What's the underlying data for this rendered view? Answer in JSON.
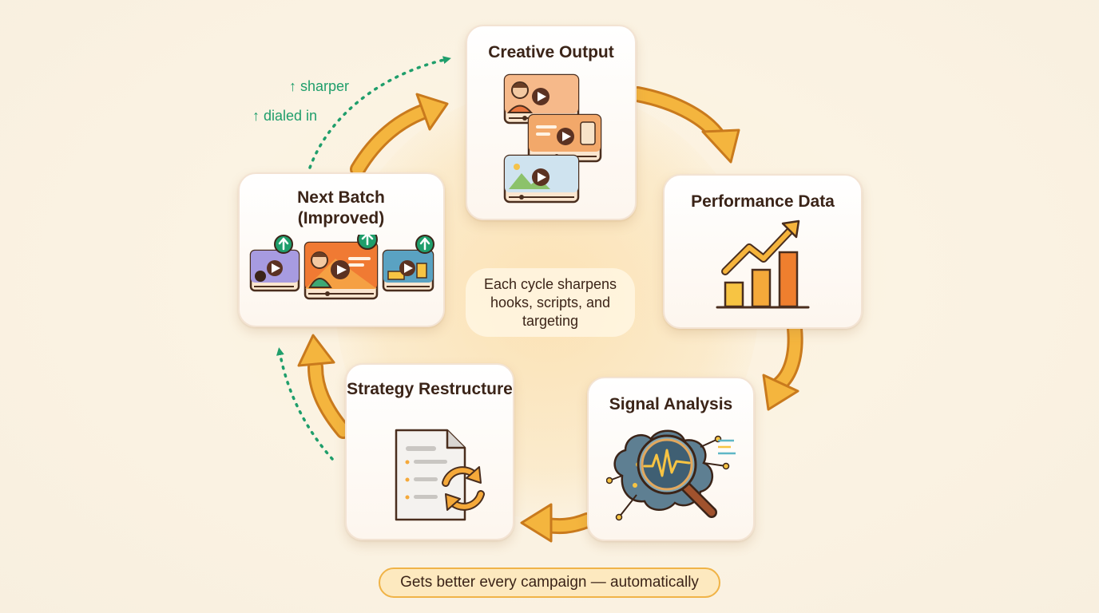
{
  "steps": [
    {
      "title": "Creative Output"
    },
    {
      "title": "Performance Data"
    },
    {
      "title": "Signal Analysis"
    },
    {
      "title": "Strategy Restructure"
    },
    {
      "title": "Next Batch (Improved)"
    }
  ],
  "center_note": "Each cycle sharpens hooks, scripts, and targeting",
  "improvement_labels": [
    "↑ sharper",
    "↑ dialed in"
  ],
  "tagline": "Gets better every campaign — automatically",
  "colors": {
    "cycle_arrow": "#f2b23c",
    "cycle_arrow_outline": "#c97a1d",
    "improvement_arrow": "#1f9e6b",
    "card_title_text": "#3b2418",
    "tagline_border": "#f0b347",
    "tagline_fill": "#fde9bf"
  },
  "icons": {
    "creative_output": "video-thumbnails-icon",
    "performance_data": "bar-chart-trend-icon",
    "signal_analysis": "brain-magnifier-icon",
    "strategy_restructure": "document-refresh-icon",
    "next_batch": "upgraded-videos-icon"
  }
}
